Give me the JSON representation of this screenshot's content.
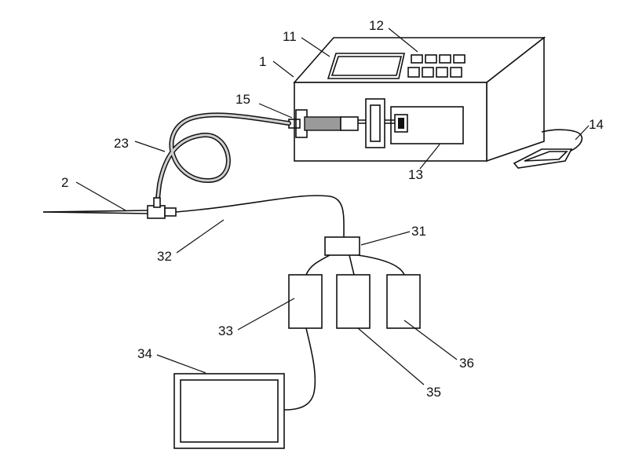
{
  "labels": {
    "pump": "1",
    "needle": "2",
    "tube": "23",
    "display": "11",
    "keypad": "12",
    "driver": "13",
    "pedal": "14",
    "syringe": "15",
    "splitter": "31",
    "cable": "32",
    "module_a": "33",
    "monitor": "34",
    "module_b": "35",
    "module_c": "36"
  }
}
